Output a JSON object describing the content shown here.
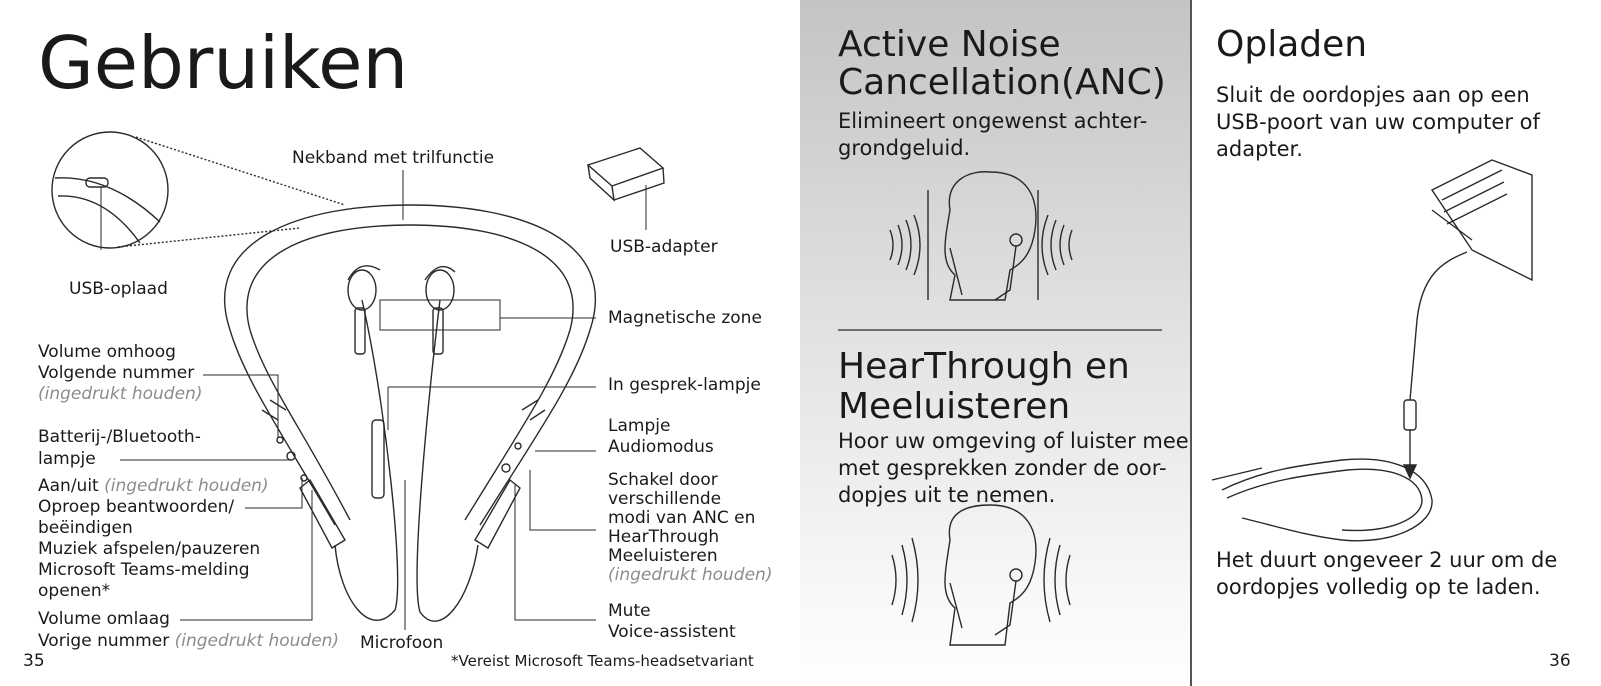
{
  "left_page": {
    "title": "Gebruiken",
    "labels": {
      "neckband": "Nekband met trilfunctie",
      "usb_adapter": "USB-adapter",
      "usb_charge": "USB-oplaad",
      "magnetic_zone": "Magnetische zone",
      "volume_up_1": "Volume omhoog",
      "volume_up_2": "Volgende nummer",
      "volume_up_3": "(ingedrukt houden)",
      "in_call_light": "In gesprek-lampje",
      "battery_1": "Batterij-/Bluetooth-",
      "battery_2": "lampje",
      "audio_mode_1": "Lampje",
      "audio_mode_2": "Audiomodus",
      "power_1": "Aan/uit",
      "power_2": "(ingedrukt houden)",
      "answer_1": "Oproep beantwoorden/",
      "answer_2": "beëindigen",
      "answer_3": "Muziek afspelen/pauzeren",
      "answer_4": "Microsoft Teams-melding",
      "answer_5": "openen*",
      "switch_1": "Schakel door",
      "switch_2": "verschillende",
      "switch_3": "modi van ANC en",
      "switch_4": "HearThrough",
      "switch_5": "Meeluisteren",
      "switch_6": "(ingedrukt houden)",
      "volume_down_1": "Volume omlaag",
      "volume_down_2": "Vorige nummer",
      "volume_down_3": "(ingedrukt houden)",
      "mute_1": "Mute",
      "mute_2": "Voice-assistent",
      "microphone": "Microfoon"
    },
    "footnote": "*Vereist Microsoft Teams-headsetvariant",
    "page_number": "35"
  },
  "middle_page": {
    "anc_title_1": "Active Noise",
    "anc_title_2": "Cancellation(ANC)",
    "anc_body_1": "Elimineert ongewenst achter-",
    "anc_body_2": "grondgeluid.",
    "ht_title_1": "HearThrough en",
    "ht_title_2": "Meeluisteren",
    "ht_body_1": "Hoor uw omgeving of luister mee",
    "ht_body_2": "met gesprekken zonder de oor-",
    "ht_body_3": "dopjes uit te nemen."
  },
  "right_page": {
    "title": "Opladen",
    "body_1": "Sluit de oordopjes aan op een",
    "body_2": "USB-poort van uw computer of",
    "body_3": "adapter.",
    "footer_1": "Het duurt ongeveer 2 uur om de",
    "footer_2": "oordopjes volledig op te laden.",
    "page_number": "36"
  },
  "colors": {
    "ink": "#1a1a1a",
    "muted_italic": "#8c8c8c",
    "panel_gray": "#c4c4c4"
  }
}
